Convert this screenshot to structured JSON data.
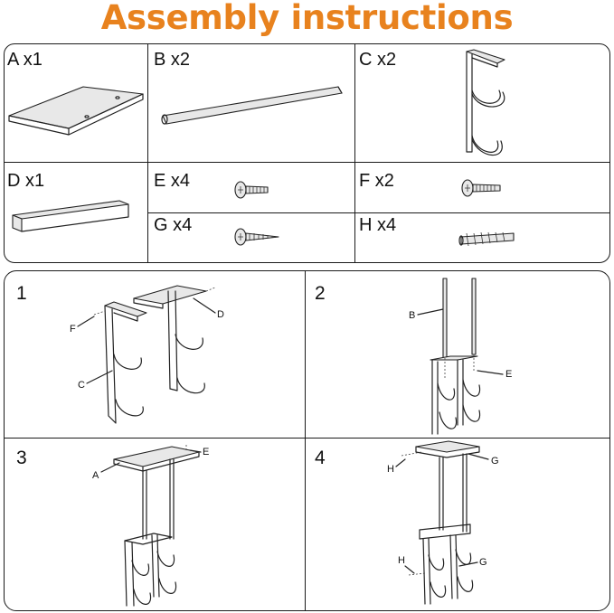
{
  "title": "Assembly instructions",
  "parts": [
    {
      "label": "A x1"
    },
    {
      "label": "B x2"
    },
    {
      "label": "C x2"
    },
    {
      "label": "D x1"
    },
    {
      "label": "E x4"
    },
    {
      "label": "F x2"
    },
    {
      "label": "G x4"
    },
    {
      "label": "H x4"
    }
  ],
  "steps": [
    {
      "number": "1",
      "callouts": [
        "F",
        "C",
        "D"
      ]
    },
    {
      "number": "2",
      "callouts": [
        "B",
        "E"
      ]
    },
    {
      "number": "3",
      "callouts": [
        "A",
        "E"
      ]
    },
    {
      "number": "4",
      "callouts": [
        "H",
        "G",
        "H",
        "G"
      ]
    }
  ],
  "colors": {
    "title": "#e8821e",
    "line": "#1a1a1a"
  }
}
